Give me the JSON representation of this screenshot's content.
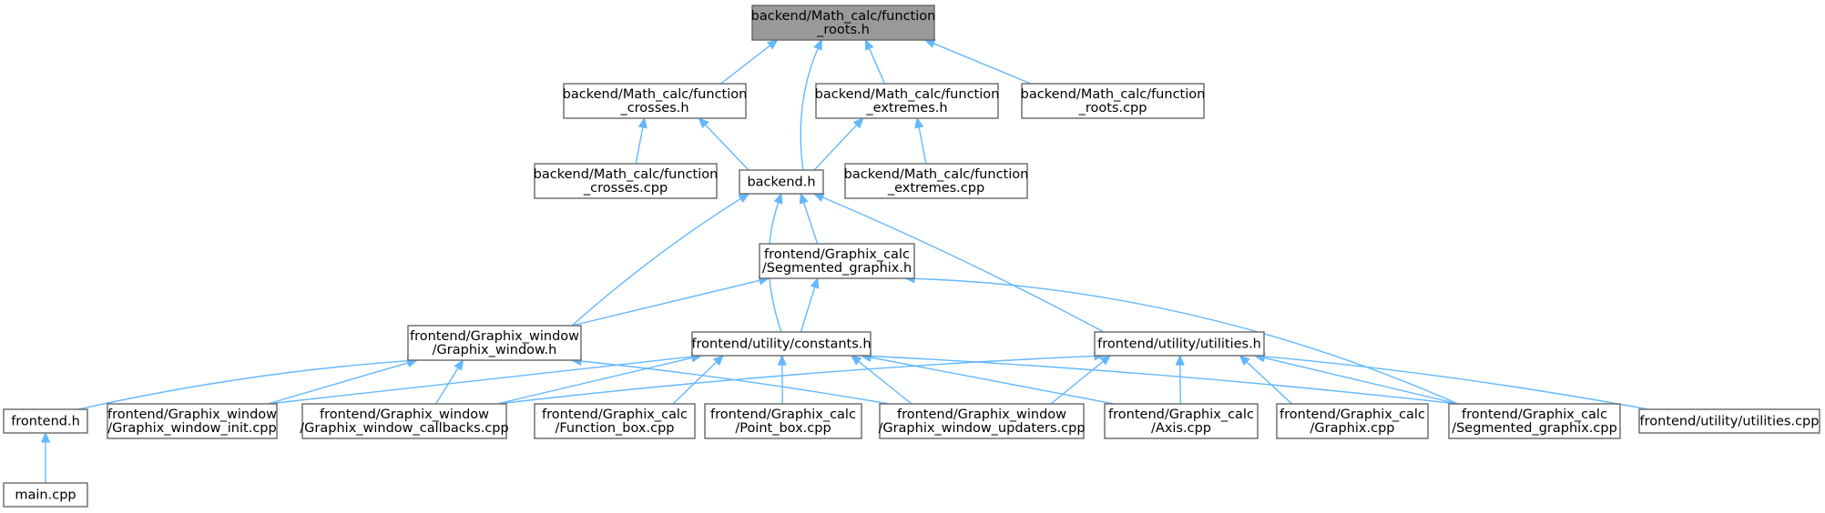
{
  "diagram": {
    "nodes": [
      {
        "id": "roots_h",
        "lines": [
          "backend/Math_calc/function",
          "_roots.h"
        ],
        "root": true
      },
      {
        "id": "crosses_h",
        "lines": [
          "backend/Math_calc/function",
          "_crosses.h"
        ]
      },
      {
        "id": "extremes_h",
        "lines": [
          "backend/Math_calc/function",
          "_extremes.h"
        ]
      },
      {
        "id": "roots_cpp",
        "lines": [
          "backend/Math_calc/function",
          "_roots.cpp"
        ]
      },
      {
        "id": "crosses_cpp",
        "lines": [
          "backend/Math_calc/function",
          "_crosses.cpp"
        ]
      },
      {
        "id": "backend_h",
        "lines": [
          "backend.h"
        ]
      },
      {
        "id": "extremes_cpp",
        "lines": [
          "backend/Math_calc/function",
          "_extremes.cpp"
        ]
      },
      {
        "id": "segmented_h",
        "lines": [
          "frontend/Graphix_calc",
          "/Segmented_graphix.h"
        ]
      },
      {
        "id": "gwindow_h",
        "lines": [
          "frontend/Graphix_window",
          "/Graphix_window.h"
        ]
      },
      {
        "id": "constants_h",
        "lines": [
          "frontend/utility/constants.h"
        ]
      },
      {
        "id": "utilities_h",
        "lines": [
          "frontend/utility/utilities.h"
        ]
      },
      {
        "id": "frontend_h",
        "lines": [
          "frontend.h"
        ]
      },
      {
        "id": "gw_init_cpp",
        "lines": [
          "frontend/Graphix_window",
          "/Graphix_window_init.cpp"
        ]
      },
      {
        "id": "gw_callbacks_cpp",
        "lines": [
          "frontend/Graphix_window",
          "/Graphix_window_callbacks.cpp"
        ]
      },
      {
        "id": "function_box_cpp",
        "lines": [
          "frontend/Graphix_calc",
          "/Function_box.cpp"
        ]
      },
      {
        "id": "point_box_cpp",
        "lines": [
          "frontend/Graphix_calc",
          "/Point_box.cpp"
        ]
      },
      {
        "id": "gw_updaters_cpp",
        "lines": [
          "frontend/Graphix_window",
          "/Graphix_window_updaters.cpp"
        ]
      },
      {
        "id": "axis_cpp",
        "lines": [
          "frontend/Graphix_calc",
          "/Axis.cpp"
        ]
      },
      {
        "id": "graphix_cpp",
        "lines": [
          "frontend/Graphix_calc",
          "/Graphix.cpp"
        ]
      },
      {
        "id": "segmented_cpp",
        "lines": [
          "frontend/Graphix_calc",
          "/Segmented_graphix.cpp"
        ]
      },
      {
        "id": "utilities_cpp",
        "lines": [
          "frontend/utility/utilities.cpp"
        ]
      },
      {
        "id": "main_cpp",
        "lines": [
          "main.cpp"
        ]
      }
    ],
    "edges": [
      [
        "roots_h",
        "crosses_h"
      ],
      [
        "roots_h",
        "backend_h"
      ],
      [
        "roots_h",
        "extremes_h"
      ],
      [
        "roots_h",
        "roots_cpp"
      ],
      [
        "crosses_h",
        "crosses_cpp"
      ],
      [
        "crosses_h",
        "backend_h"
      ],
      [
        "extremes_h",
        "backend_h"
      ],
      [
        "extremes_h",
        "extremes_cpp"
      ],
      [
        "backend_h",
        "gwindow_h"
      ],
      [
        "backend_h",
        "constants_h"
      ],
      [
        "backend_h",
        "segmented_h"
      ],
      [
        "backend_h",
        "utilities_h"
      ],
      [
        "segmented_h",
        "gwindow_h"
      ],
      [
        "segmented_h",
        "constants_h"
      ],
      [
        "segmented_h",
        "segmented_cpp"
      ],
      [
        "gwindow_h",
        "frontend_h"
      ],
      [
        "gwindow_h",
        "gw_init_cpp"
      ],
      [
        "gwindow_h",
        "gw_callbacks_cpp"
      ],
      [
        "gwindow_h",
        "gw_updaters_cpp"
      ],
      [
        "constants_h",
        "gw_init_cpp"
      ],
      [
        "constants_h",
        "gw_callbacks_cpp"
      ],
      [
        "constants_h",
        "function_box_cpp"
      ],
      [
        "constants_h",
        "point_box_cpp"
      ],
      [
        "constants_h",
        "gw_updaters_cpp"
      ],
      [
        "constants_h",
        "axis_cpp"
      ],
      [
        "constants_h",
        "segmented_cpp"
      ],
      [
        "utilities_h",
        "gw_callbacks_cpp"
      ],
      [
        "utilities_h",
        "gw_updaters_cpp"
      ],
      [
        "utilities_h",
        "axis_cpp"
      ],
      [
        "utilities_h",
        "graphix_cpp"
      ],
      [
        "utilities_h",
        "segmented_cpp"
      ],
      [
        "utilities_h",
        "utilities_cpp"
      ],
      [
        "frontend_h",
        "main_cpp"
      ]
    ]
  }
}
